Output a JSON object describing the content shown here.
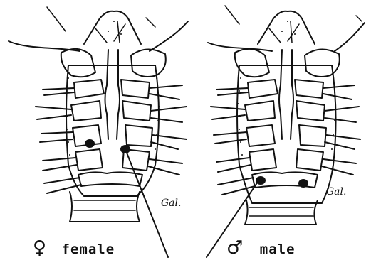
{
  "panels": [
    {
      "id": "female",
      "symbol": "♀",
      "label": "female",
      "signature": "Gal."
    },
    {
      "id": "male",
      "symbol": "♂",
      "label": "male",
      "signature": "Gal."
    }
  ]
}
